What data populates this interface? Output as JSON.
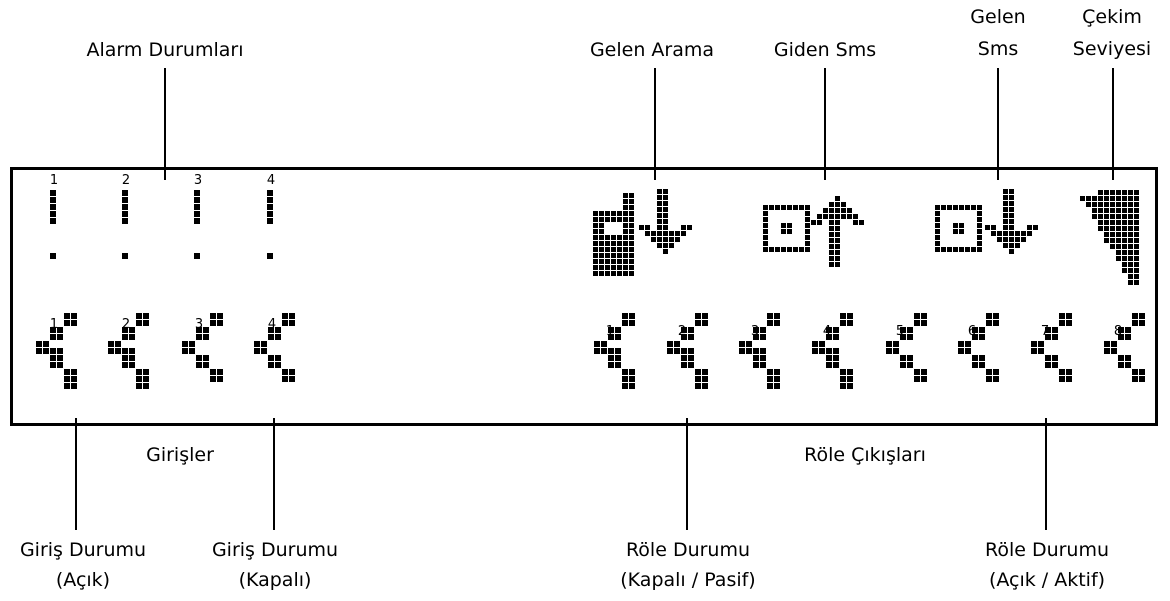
{
  "labels": {
    "alarm_states": "Alarm Durumları",
    "incoming_call": "Gelen Arama",
    "outgoing_sms": "Giden Sms",
    "incoming_sms_line1": "Gelen",
    "incoming_sms_line2": "Sms",
    "signal_line1": "Çekim",
    "signal_line2": "Seviyesi",
    "inputs": "Girişler",
    "relay_outputs": "Röle Çıkışları",
    "input_open_line1": "Giriş Durumu",
    "input_open_line2": "(Açık)",
    "input_closed_line1": "Giriş Durumu",
    "input_closed_line2": "(Kapalı)",
    "relay_closed_line1": "Röle Durumu",
    "relay_closed_line2": "(Kapalı / Pasif)",
    "relay_open_line1": "Röle Durumu",
    "relay_open_line2": "(Açık / Aktif)"
  },
  "alarm_numbers": [
    "1",
    "2",
    "3",
    "4"
  ],
  "input_numbers": [
    "1",
    "2",
    "3",
    "4"
  ],
  "relay_numbers": [
    "1",
    "2",
    "3",
    "4",
    "5",
    "6",
    "7",
    "8"
  ],
  "glyph_color": "#000000"
}
